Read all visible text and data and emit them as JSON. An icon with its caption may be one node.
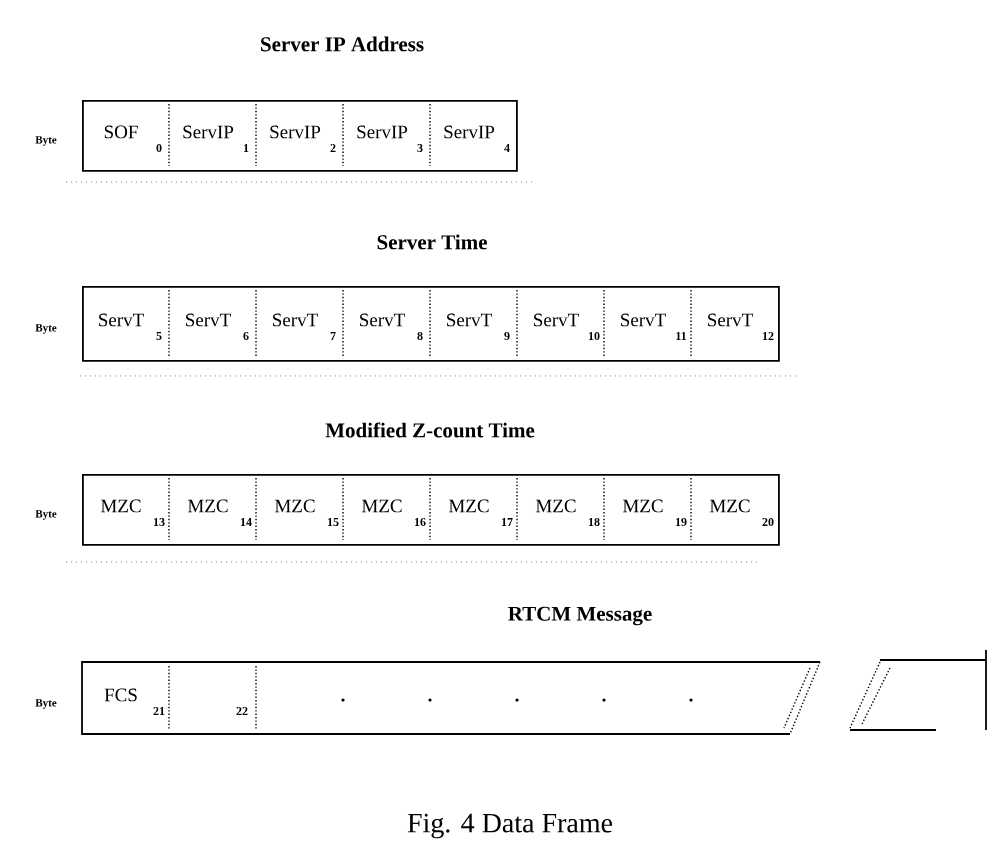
{
  "diagram": {
    "caption": "Fig. 4 Data Frame",
    "nodes": [
      {
        "text": [
          "Server IP Address"
        ],
        "beside": [
          "Byte"
        ]
      },
      {
        "text": [
          "SOF",
          "0"
        ],
        "in": 0
      },
      {
        "text": [
          "ServIP",
          "1"
        ],
        "in": 0
      },
      {
        "text": [
          "ServIP",
          "2"
        ],
        "in": 0
      },
      {
        "text": [
          "ServIP",
          "3"
        ],
        "in": 0
      },
      {
        "text": [
          "ServIP",
          "4"
        ],
        "in": 0
      },
      {
        "text": [
          "Server Time"
        ],
        "beside": [
          "Byte"
        ]
      },
      {
        "text": [
          "ServT",
          "5"
        ],
        "in": 6
      },
      {
        "text": [
          "ServT",
          "6"
        ],
        "in": 6
      },
      {
        "text": [
          "ServT",
          "7"
        ],
        "in": 6
      },
      {
        "text": [
          "ServT",
          "8"
        ],
        "in": 6
      },
      {
        "text": [
          "ServT",
          "9"
        ],
        "in": 6
      },
      {
        "text": [
          "ServT",
          "10"
        ],
        "in": 6
      },
      {
        "text": [
          "ServT",
          "11"
        ],
        "in": 6
      },
      {
        "text": [
          "ServT",
          "12"
        ],
        "in": 6
      },
      {
        "text": [
          "Modified Z-count Time"
        ],
        "beside": [
          "Byte"
        ]
      },
      {
        "text": [
          "MZC",
          "13"
        ],
        "in": 15
      },
      {
        "text": [
          "MZC",
          "14"
        ],
        "in": 15
      },
      {
        "text": [
          "MZC",
          "15"
        ],
        "in": 15
      },
      {
        "text": [
          "MZC",
          "16"
        ],
        "in": 15
      },
      {
        "text": [
          "MZC",
          "17"
        ],
        "in": 15
      },
      {
        "text": [
          "MZC",
          "18"
        ],
        "in": 15
      },
      {
        "text": [
          "MZC",
          "19"
        ],
        "in": 15
      },
      {
        "text": [
          "MZC",
          "20"
        ],
        "in": 15
      },
      {
        "text": [
          "RTCM Message"
        ],
        "beside": [
          "Byte"
        ]
      },
      {
        "text": [
          "FCS",
          "21"
        ],
        "in": 24
      },
      {
        "text": [
          "22"
        ],
        "in": 24
      }
    ]
  }
}
